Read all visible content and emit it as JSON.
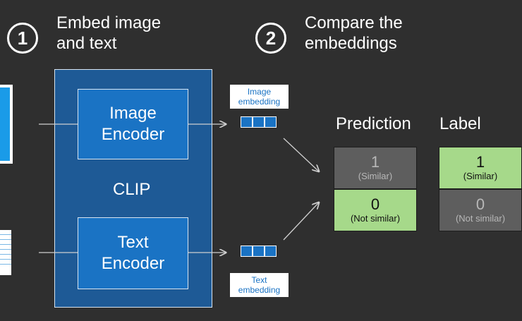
{
  "steps": [
    {
      "number": "1",
      "title": "Embed image\nand text"
    },
    {
      "number": "2",
      "title": "Compare the\nembeddings"
    }
  ],
  "clip": {
    "label": "CLIP",
    "image_encoder": "Image\nEncoder",
    "text_encoder": "Text\nEncoder"
  },
  "embeddings": {
    "image_label": "Image\nembedding",
    "text_label": "Text\nembedding"
  },
  "prediction": {
    "title": "Prediction",
    "cells": [
      {
        "value": "1",
        "sub": "(Similar)"
      },
      {
        "value": "0",
        "sub": "(Not similar)"
      }
    ]
  },
  "label": {
    "title": "Label",
    "cells": [
      {
        "value": "1",
        "sub": "(Similar)"
      },
      {
        "value": "0",
        "sub": "(Not similar)"
      }
    ]
  },
  "colors": {
    "background": "#2f2f2f",
    "clip_box": "#1e5a96",
    "encoder": "#1a73c4",
    "similar_green": "#a6d98a",
    "not_similar_gray": "#5e5e5e"
  }
}
